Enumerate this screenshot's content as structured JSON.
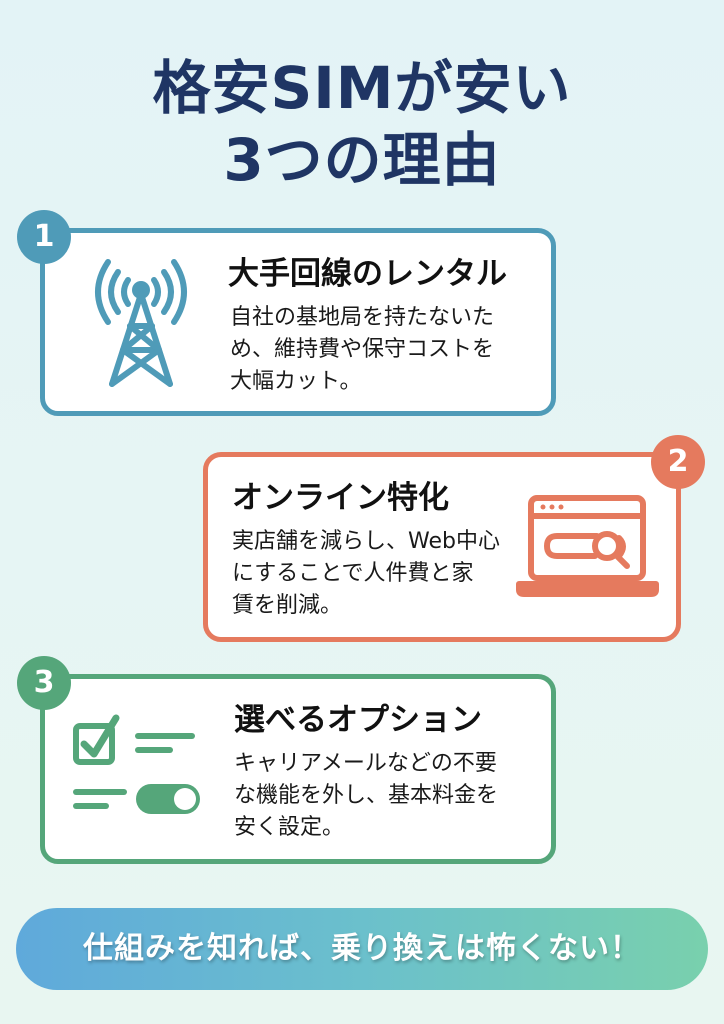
{
  "title": {
    "line1": "格安SIMが安い",
    "line2": "3つの理由",
    "color": "#1f3564"
  },
  "reasons": [
    {
      "number": "1",
      "title": "大手回線のレンタル",
      "description": "自社の基地局を持たないた\nめ、維持費や保守コストを\n大幅カット。",
      "icon": "cell-tower-icon",
      "color": "#4f9bb8"
    },
    {
      "number": "2",
      "title": "オンライン特化",
      "description": "実店舗を減らし、Web中心\nにすることで人件費と家\n賃を削減。",
      "icon": "laptop-search-icon",
      "color": "#e57a5e"
    },
    {
      "number": "3",
      "title": "選べるオプション",
      "description": "キャリアメールなどの不要\nな機能を外し、基本料金を\n安く設定。",
      "icon": "checklist-toggle-icon",
      "color": "#55a67a"
    }
  ],
  "footer": {
    "text": "仕組みを知れば、乗り換えは怖くない！",
    "gradient": [
      "#5fa9db",
      "#79d0ad"
    ]
  }
}
